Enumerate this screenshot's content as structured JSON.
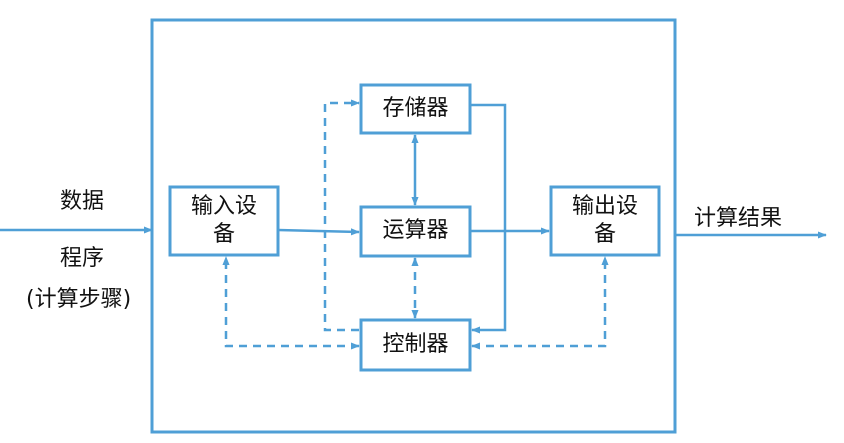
{
  "colors": {
    "accent": "#4f9fd6",
    "text": "#111111"
  },
  "inputs": {
    "data": "数据",
    "program": "程序",
    "steps": "(计算步骤)"
  },
  "output": {
    "label": "计算结果"
  },
  "blocks": {
    "input_device": [
      "输入设",
      "备"
    ],
    "memory": "存储器",
    "alu": "运算器",
    "controller": "控制器",
    "output_device": [
      "输出设",
      "备"
    ]
  }
}
